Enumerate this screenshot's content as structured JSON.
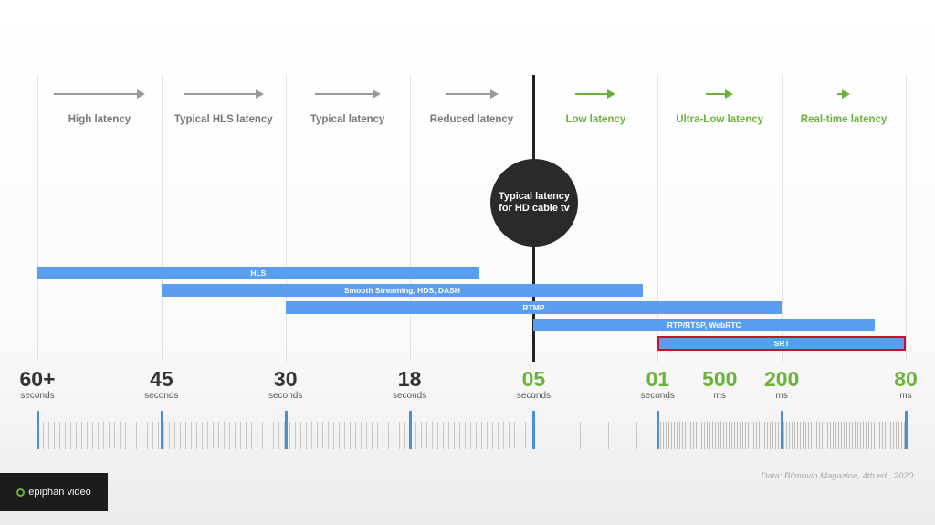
{
  "header_columns": [
    {
      "label": "High latency",
      "tone": "gray"
    },
    {
      "label": "Typical HLS latency",
      "tone": "gray"
    },
    {
      "label": "Typical latency",
      "tone": "gray"
    },
    {
      "label": "Reduced latency",
      "tone": "gray"
    },
    {
      "label": "Low latency",
      "tone": "green"
    },
    {
      "label": "Ultra-Low latency",
      "tone": "green"
    },
    {
      "label": "Real-time latency",
      "tone": "green"
    }
  ],
  "marker": {
    "label": "Typical latency for HD cable tv"
  },
  "protocols": [
    {
      "name": "HLS",
      "from_tick": 0,
      "to_tick": 3.56
    },
    {
      "name": "Smooth Streaming, HDS, DASH",
      "from_tick": 1,
      "to_tick": 4.88
    },
    {
      "name": "RTMP",
      "from_tick": 2,
      "to_tick": 6
    },
    {
      "name": "RTP/RTSP, WebRTC",
      "from_tick": 4,
      "to_tick": 6.75
    },
    {
      "name": "SRT",
      "from_tick": 5,
      "to_tick": 7,
      "highlighted": true
    }
  ],
  "scale": [
    {
      "value": "60+",
      "unit": "seconds",
      "tone": "dark",
      "pos": 0
    },
    {
      "value": "45",
      "unit": "seconds",
      "tone": "dark",
      "pos": 1
    },
    {
      "value": "30",
      "unit": "seconds",
      "tone": "dark",
      "pos": 2
    },
    {
      "value": "18",
      "unit": "seconds",
      "tone": "dark",
      "pos": 3
    },
    {
      "value": "05",
      "unit": "seconds",
      "tone": "green",
      "pos": 4
    },
    {
      "value": "01",
      "unit": "seconds",
      "tone": "green",
      "pos": 5
    },
    {
      "value": "500",
      "unit": "ms",
      "tone": "green",
      "pos": 5.5
    },
    {
      "value": "200",
      "unit": "ms",
      "tone": "green",
      "pos": 6
    },
    {
      "value": "80",
      "unit": "ms",
      "tone": "green",
      "pos": 7
    }
  ],
  "credit": "Data: Bitmovin Magazine, 4th ed., 2020",
  "logo": "epiphan video",
  "colors": {
    "bar": "#5b9ef0",
    "green": "#6ab23a",
    "highlight": "#c8102e"
  }
}
